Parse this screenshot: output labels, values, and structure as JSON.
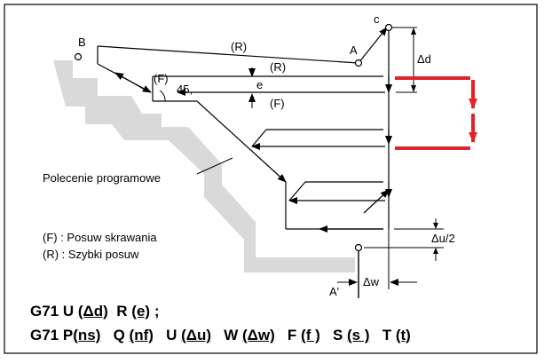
{
  "labels": {
    "point_b": "B",
    "point_a": "A",
    "point_c": "c",
    "point_a_prime": "A'",
    "rapid_top": "(R)",
    "rapid_mid": "(R)",
    "feed_f": "(F)",
    "feed_f_low": "(F)",
    "angle": "45,",
    "e": "e",
    "delta_d": "Δd",
    "delta_u2": "Δu/2",
    "delta_w": "Δw",
    "program_command": "Polecenie programowe",
    "legend_f": "(F) : Posuw skrawania",
    "legend_r": "(R) : Szybki posuw"
  },
  "code_line1": {
    "g": "G71",
    "u": "U",
    "u_arg": "(Δd)",
    "r": "R",
    "r_arg": "(e)",
    "end": ";"
  },
  "code_line2": {
    "g": "G71",
    "p": "P",
    "p_arg": "(ns)",
    "q": "Q",
    "q_arg": "(nf)",
    "u": "U",
    "u_arg": "(Δu)",
    "w": "W",
    "w_arg": "(Δw)",
    "f": "F",
    "f_arg": "(f )",
    "s": "S",
    "s_arg": "(s )",
    "t": "T",
    "t_arg": "(t)"
  },
  "colors": {
    "highlight": "#e8202a",
    "workpiece": "#d9d9d9",
    "frame": "#000000"
  }
}
